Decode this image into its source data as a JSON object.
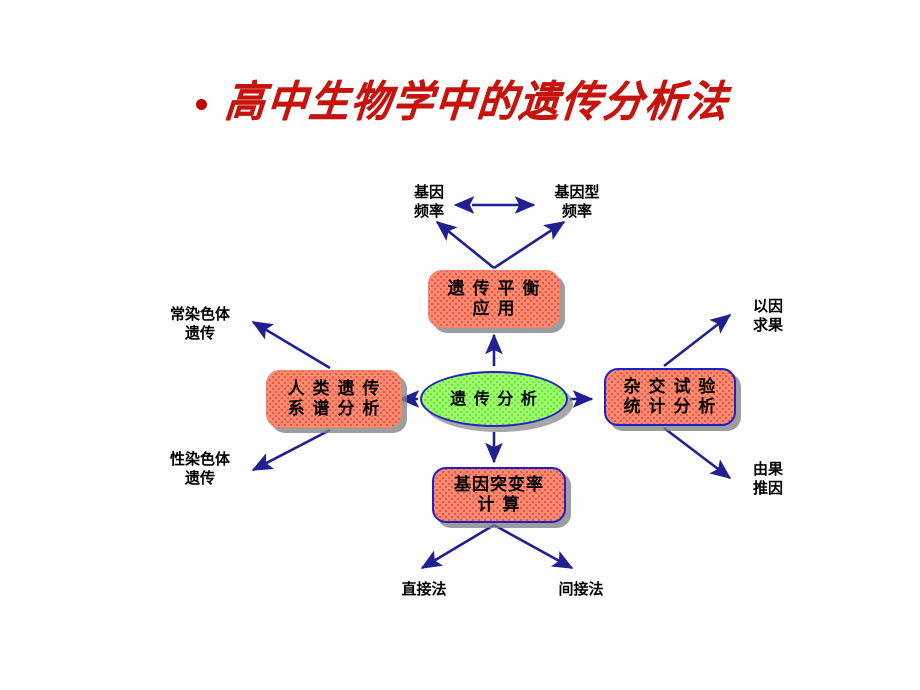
{
  "slide": {
    "title": "高中生物学中的遗传分析法",
    "title_bullet": "bullet-dot",
    "title_color": "#c8130c",
    "background_color": "#ffffff"
  },
  "diagram": {
    "type": "radial-concept-map",
    "accent_arrow_color": "#202090",
    "box_fill_color": "#fb8a72",
    "ellipse_fill_color": "#9cfb6b",
    "border_color": "#2020c8",
    "center": {
      "shape": "ellipse",
      "line1": "遗 传 分 析"
    },
    "top": {
      "shape": "rounded-rect",
      "line1": "遗 传 平 衡",
      "line2": "应  用"
    },
    "left": {
      "shape": "rounded-rect",
      "line1": "人 类 遗 传",
      "line2": "系 谱 分 析"
    },
    "right": {
      "shape": "rounded-rect",
      "line1": "杂 交 试 验",
      "line2": "统 计 分 析"
    },
    "bottom": {
      "shape": "rounded-rect",
      "line1": "基因突变率",
      "line2": "计  算"
    },
    "leaves": {
      "gene_frequency": "基因\n频率",
      "genotype_frequency": "基因型\n频率",
      "autosomal_inheritance": "常染色体\n遗传",
      "sex_chromosome_inheritance": "性染色体\n遗传",
      "cause_to_effect": "以因\n求果",
      "effect_to_cause": "由果\n推因",
      "direct_method": "直接法",
      "indirect_method": "间接法"
    }
  }
}
